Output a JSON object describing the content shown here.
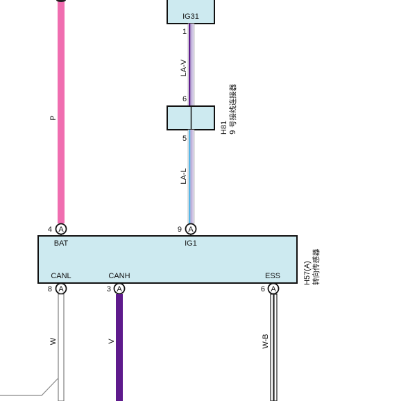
{
  "connectors": {
    "ig31": {
      "label": "IG31",
      "pin_top": "1"
    },
    "h81": {
      "code": "H81",
      "name": "9 号接线连接器",
      "pin_top": "6",
      "pin_bottom": "5"
    },
    "h57": {
      "code": "H57(A)",
      "name": "转向传感器"
    }
  },
  "wires": {
    "p": "P",
    "la_v": "LA-V",
    "la_l": "LA-L",
    "w": "W",
    "v": "V",
    "w_b": "W-B"
  },
  "terminals": {
    "bat": {
      "pin": "4",
      "conn": "A",
      "label": "BAT"
    },
    "ig1": {
      "pin": "9",
      "conn": "A",
      "label": "IG1"
    },
    "canl": {
      "pin": "8",
      "conn": "A",
      "label": "CANL"
    },
    "canh": {
      "pin": "3",
      "conn": "A",
      "label": "CANH"
    },
    "ess": {
      "pin": "6",
      "conn": "A",
      "label": "ESS"
    }
  },
  "colors": {
    "box_fill": "#cdeaf0",
    "pink": "#f06eb0",
    "violet": "#5e1a8c",
    "light_blue": "#55b6e8",
    "lavender": "#b9a9d6"
  }
}
